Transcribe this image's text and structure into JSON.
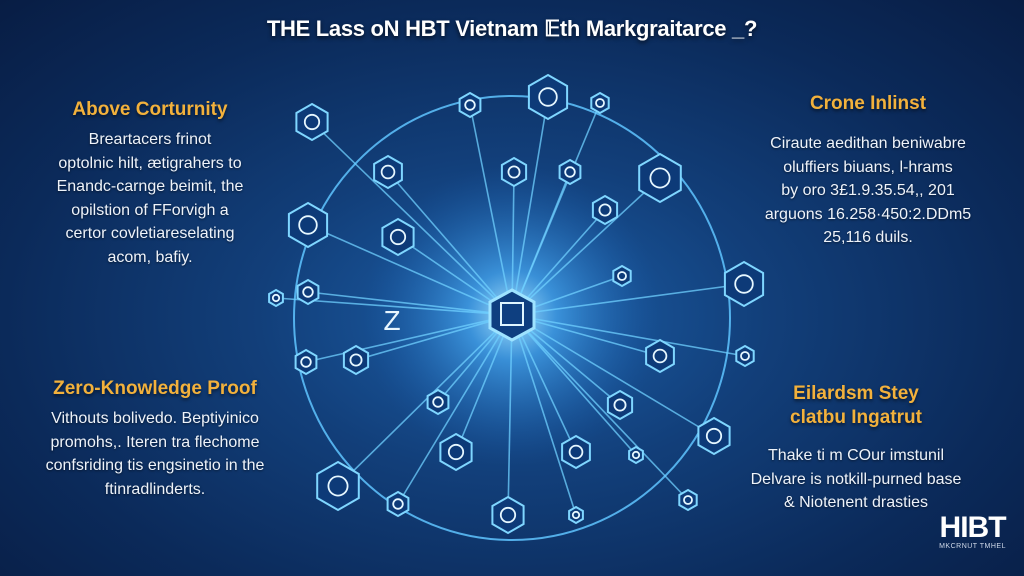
{
  "title": "THE Lass oN HBT Vietnam 𝔼th Markgraitarce _?",
  "panels": {
    "top_left": {
      "heading": "Above Corturnity",
      "lines": [
        "Breartacers frinot",
        "optolnic hilt, ætigrahers to",
        "Enandc-carnge beimit, the",
        "opilstion of FForvigh a",
        "certor covletiareselating",
        "acom, bafiy."
      ]
    },
    "top_right": {
      "heading": "Crone Inlinst",
      "lines": [
        "Ciraute aedithan beniwabre",
        "oluffiers biuans, l-hrams",
        "by oro 3£1.9.35.54,, 201",
        "arguons 16.258·450:2.DDm5",
        "25,116 duils."
      ]
    },
    "bottom_left": {
      "heading": "Zero-Knowledge Proof",
      "lines": [
        "Vithouts bolivedo. Beptiyinico",
        "promohs,. Iteren tra flechome",
        "confsriding tis engsinetio in the",
        "ftinradlinderts."
      ]
    },
    "bottom_right": {
      "heading_lines": [
        "Eilardsm Stey",
        "clatbu Ingatrut"
      ],
      "lines": [
        "Thake ti m COur imstunil",
        "Delvare is notkill-purned base",
        "& Niotenent drasties"
      ]
    }
  },
  "diagram": {
    "center_label": "Z"
  },
  "logo": {
    "text": "HIBT",
    "subtext": "MKCRNUT TMHEL"
  },
  "colors": {
    "accent": "#f2b13c",
    "line": "#5fc4ff",
    "node": "#0d3a78"
  }
}
